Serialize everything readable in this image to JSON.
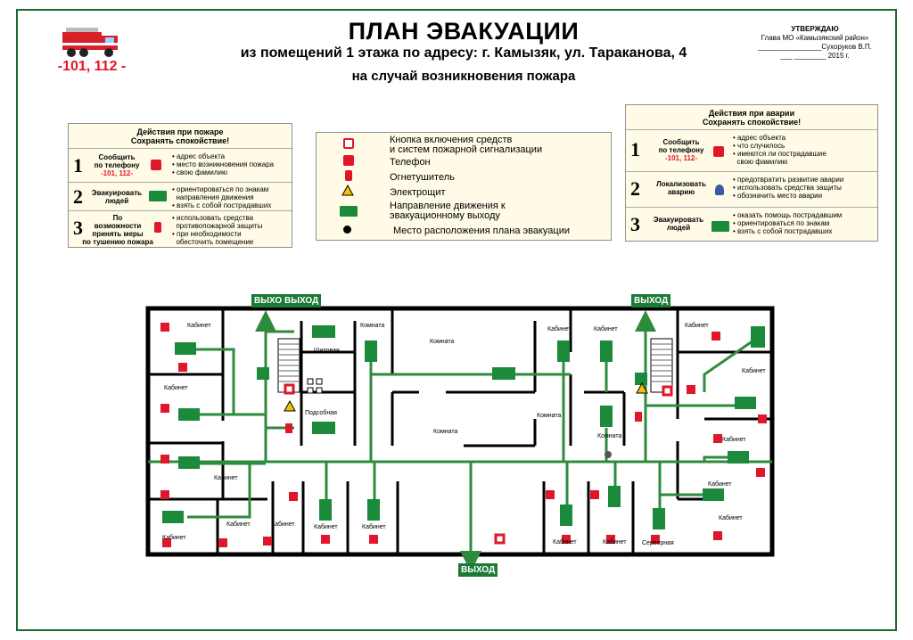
{
  "header": {
    "title": "ПЛАН ЭВАКУАЦИИ",
    "subtitle": "из помещений 1 этажа по адресу: г. Камызяк, ул. Тараканова, 4",
    "subtitle2": "на случай возникновения пожара",
    "phones": "-101,  112 -"
  },
  "approval": {
    "line1": "УТВЕРЖДАЮ",
    "line2": "Глава МО «Камызякский район»",
    "line3": "________________Сухоруков В.П.",
    "line4": "___  ________  2015 г."
  },
  "fire_box": {
    "title1": "Действия при пожаре",
    "title2": "Сохранять спокойствие!",
    "rows": [
      {
        "num": "1",
        "action1": "Сообщить",
        "action2": "по телефону",
        "action3": "-101, 112-",
        "bullets": [
          "• адрес объекта",
          "• место возникновения пожара",
          "• свою фамилию"
        ]
      },
      {
        "num": "2",
        "action1": "Эвакуировать",
        "action2": "людей",
        "bullets": [
          "• ориентироваться по знакам",
          "  направления движения",
          "• взять с собой пострадавших"
        ]
      },
      {
        "num": "3",
        "action1": "По",
        "action2": "возможности",
        "action3": "принять меры",
        "action4": "по тушению пожара",
        "bullets": [
          "• использовать средства",
          "  противопожарной защиты",
          "• при необходимости",
          "  обесточить помещение"
        ]
      }
    ]
  },
  "legend": {
    "items": [
      {
        "label1": "Кнопка включения средств",
        "label2": "и систем пожарной сигнализации",
        "icon": "fire-alarm-button-icon"
      },
      {
        "label1": "Телефон",
        "icon": "phone-icon"
      },
      {
        "label1": "Огнетушитель",
        "icon": "extinguisher-icon"
      },
      {
        "label1": "Электрощит",
        "icon": "electrical-panel-icon"
      },
      {
        "label1": "Направление движения к",
        "label2": "эвакуационному выходу",
        "icon": "exit-direction-icon"
      },
      {
        "label1": "Место расположения плана эвакуации",
        "icon": "you-are-here-icon"
      }
    ]
  },
  "accident_box": {
    "title1": "Действия при аварии",
    "title2": "Сохранять спокойствие!",
    "rows": [
      {
        "num": "1",
        "action1": "Сообщить",
        "action2": "по телефону",
        "action3": "-101, 112-",
        "bullets": [
          "• адрес объекта",
          "• что случилось",
          "• имеются ли  пострадавшие",
          "  свою фамилию"
        ]
      },
      {
        "num": "2",
        "action1": "Локализовать",
        "action2": "аварию",
        "bullets": [
          "• предотвратить развитие аварии",
          "• использовать  средства защиты",
          "• обозначить место аварии"
        ]
      },
      {
        "num": "3",
        "action1": "Эвакуировать",
        "action2": "людей",
        "bullets": [
          "• оказать помощь пострадавшим",
          "• ориентироваться по знакам",
          "• взять с собой  пострадавших"
        ]
      }
    ]
  },
  "plan": {
    "exit_label": "ВЫХОД",
    "rooms": {
      "cabinet": "Кабинет",
      "room": "Комната",
      "panel_room": "Щитовая",
      "utility_room": "Подсобная",
      "server_room": "Серверная"
    }
  },
  "colors": {
    "green": "#1b7a35",
    "red": "#e0162b",
    "wall": "#000000",
    "path": "#2e8b3e"
  }
}
